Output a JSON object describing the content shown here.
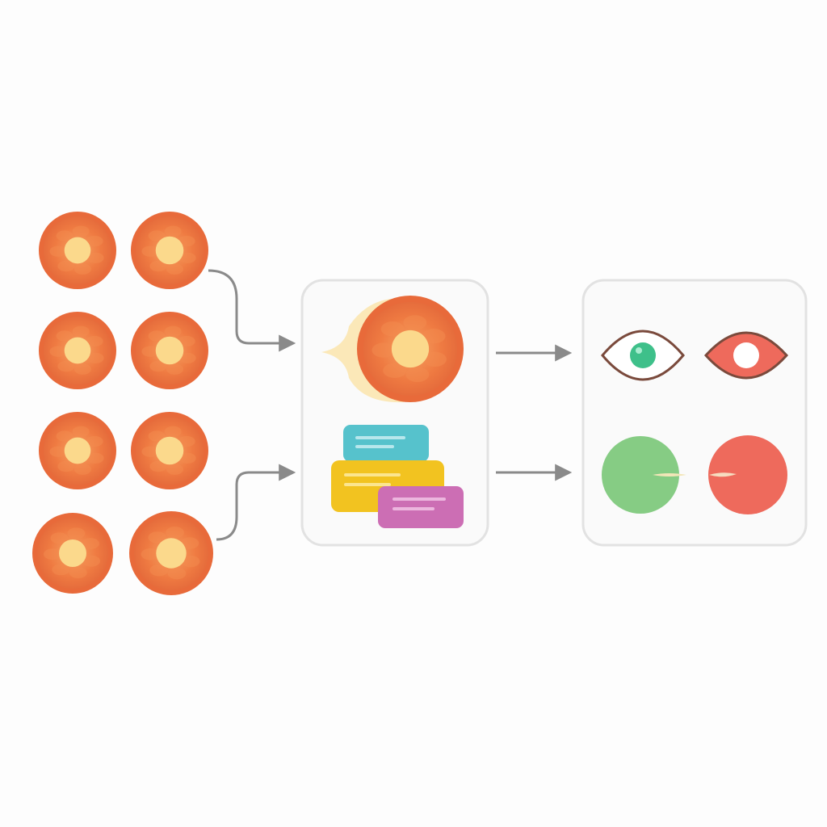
{
  "diagram": {
    "input_grid": {
      "rows": 4,
      "columns": 2,
      "item": "fundus-image"
    },
    "middle_panel": {
      "items": [
        "highlighted-fundus-image",
        "stacked-feature-cards"
      ],
      "card_colors": [
        "#56c2cc",
        "#f2c320",
        "#cc6eb4"
      ]
    },
    "output_panel": {
      "items": [
        "healthy-eye-icon",
        "diseased-eye-icon",
        "healthy-circle",
        "diseased-circle"
      ],
      "colors": {
        "healthy": "#86cc84",
        "healthy_pupil": "#3ec08a",
        "diseased": "#ee6a5c",
        "outline": "#7a4a3c"
      }
    },
    "colors": {
      "fundus_outer": "#e86a3a",
      "fundus_inner": "#f07c44",
      "fundus_disc": "#fbd98c",
      "panel_border": "#e2e2e2",
      "panel_fill": "#fafafa",
      "arrow": "#8a8a8a",
      "glow": "#fbe8b8"
    }
  }
}
